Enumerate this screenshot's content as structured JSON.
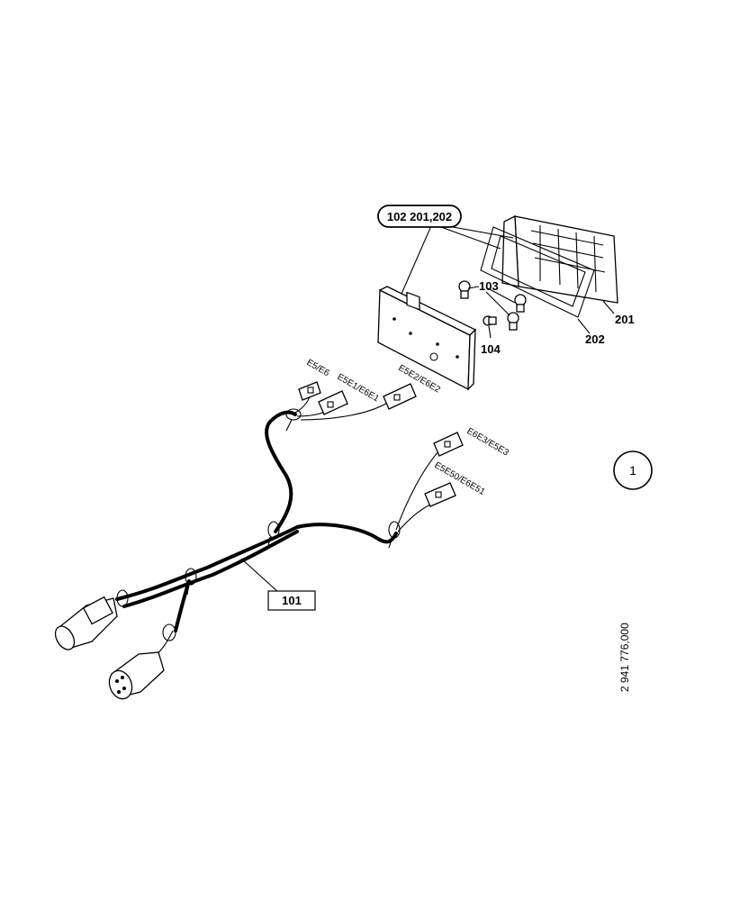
{
  "callouts": {
    "group_102": "102 201,202",
    "lamp_housing": "201",
    "gasket": "202",
    "bulbs": "103",
    "small_bulb": "104",
    "harness": "101"
  },
  "connector_labels": {
    "c1": "E5/E6",
    "c2": "E5E1/E6E1",
    "c3": "E5E2/E6E2",
    "c4": "E6E3/E5E3",
    "c5": "E5E50/E6E51"
  },
  "figure_number": "1",
  "drawing_number": "2 941 776,000"
}
